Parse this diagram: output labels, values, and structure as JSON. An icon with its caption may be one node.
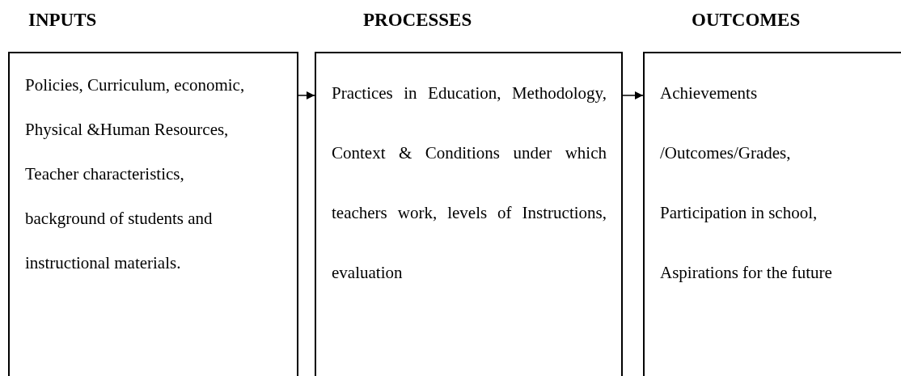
{
  "diagram": {
    "nodes": [
      {
        "text": [
          "INPUTS",
          "Policies, Curriculum, economic, Physical &Human Resources, Teacher characteristics, background of students and instructional materials."
        ]
      },
      {
        "text": [
          "PROCESSES",
          "Practices in Education, Methodology, Context & Conditions under which teachers work, levels of Instructions, evaluation"
        ]
      },
      {
        "text": [
          "OUTCOMES",
          "Achievements /Outcomes/Grades, Participation in school, Aspirations for the future"
        ]
      }
    ],
    "edges": [
      {
        "from": 0,
        "to": 1,
        "arrow": "to"
      },
      {
        "from": 1,
        "to": 2,
        "arrow": "to"
      }
    ]
  }
}
